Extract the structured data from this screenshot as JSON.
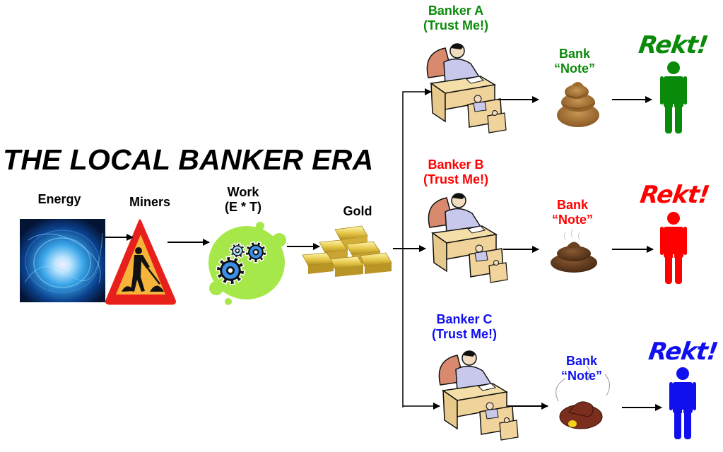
{
  "title": "THE LOCAL BANKER ERA",
  "colors": {
    "banker_a": "#0a8a0a",
    "banker_b": "#ff0000",
    "banker_c": "#1010ee",
    "arrow": "#000000"
  },
  "pipeline": [
    {
      "id": "energy",
      "label": "Energy",
      "icon": "energy-orb-icon"
    },
    {
      "id": "miners",
      "label": "Miners",
      "icon": "miner-warning-sign-icon"
    },
    {
      "id": "work",
      "label_line1": "Work",
      "label_line2": "(E * T)",
      "icon": "gears-icon"
    },
    {
      "id": "gold",
      "label": "Gold",
      "icon": "gold-bars-icon"
    }
  ],
  "bankers": [
    {
      "name": "Banker A",
      "tagline": "(Trust Me!)",
      "note_line1": "Bank",
      "note_line2": "“Note”",
      "outcome": "Rekt!",
      "color": "#0a8a0a",
      "note_icon": "poop-swirl-icon"
    },
    {
      "name": "Banker B",
      "tagline": "(Trust Me!)",
      "note_line1": "Bank",
      "note_line2": "“Note”",
      "outcome": "Rekt!",
      "color": "#ff0000",
      "note_icon": "steaming-poop-icon"
    },
    {
      "name": "Banker C",
      "tagline": "(Trust Me!)",
      "note_line1": "Bank",
      "note_line2": "“Note”",
      "outcome": "Rekt!",
      "color": "#1010ee",
      "note_icon": "smelly-pile-icon"
    }
  ]
}
